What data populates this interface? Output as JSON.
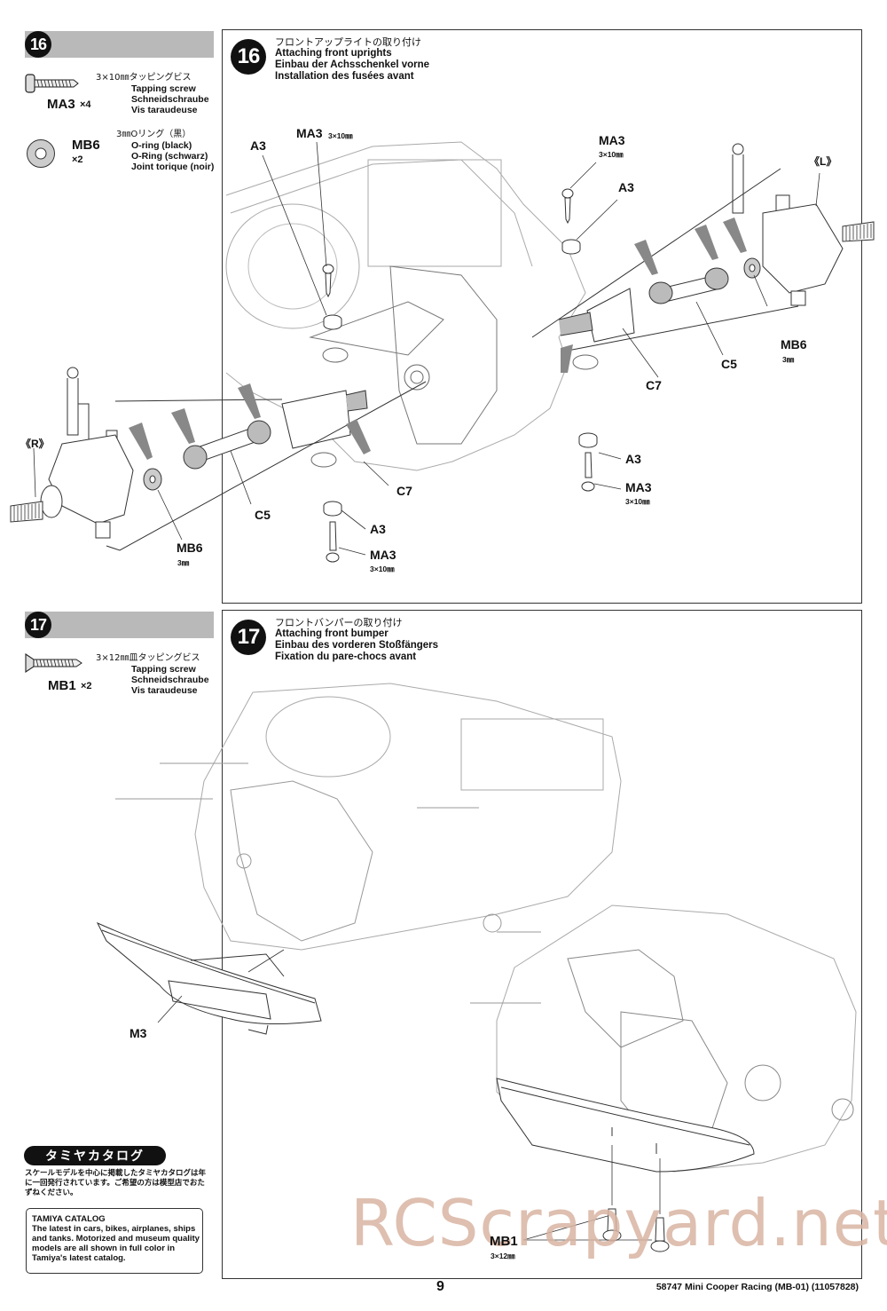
{
  "page": {
    "number": "9",
    "footer_title": "58747  Mini Cooper Racing (MB-01) (11057828)",
    "watermark": "RCScrapyard.net",
    "watermark_color": "#d9b5a3"
  },
  "step16": {
    "number": "16",
    "parts": [
      {
        "code": "MA3",
        "qty": "×4",
        "jp": "3×10㎜タッピングビス",
        "en": "Tapping screw",
        "de": "Schneidschraube",
        "fr": "Vis taraudeuse",
        "icon": "tapping-screw-icon"
      },
      {
        "code": "MB6",
        "qty": "×2",
        "jp": "3㎜Oリング（黒）",
        "en": "O-ring (black)",
        "de": "O-Ring (schwarz)",
        "fr": "Joint torique (noir)",
        "icon": "o-ring-icon"
      }
    ],
    "title_jp": "フロントアップライトの取り付け",
    "title_en": "Attaching front uprights",
    "title_de": "Einbau der Achsschenkel vorne",
    "title_fr": "Installation des fusées avant",
    "labels": {
      "a3_top_left": "A3",
      "ma3_top": "MA3",
      "ma3_top_size": "3×10㎜",
      "ma3_right": "MA3",
      "ma3_right_size": "3×10㎜",
      "a3_right": "A3",
      "left_side": "《L》",
      "right_side": "《R》",
      "mb6_right": "MB6",
      "mb6_right_size": "3㎜",
      "c5_right": "C5",
      "c7_right": "C7",
      "a3_right_low": "A3",
      "ma3_right_low": "MA3",
      "ma3_right_low_size": "3×10㎜",
      "c5_left": "C5",
      "c7_left": "C7",
      "mb6_left": "MB6",
      "mb6_left_size": "3㎜",
      "a3_left_low": "A3",
      "ma3_left_low": "MA3",
      "ma3_left_low_size": "3×10㎜"
    }
  },
  "step17": {
    "number": "17",
    "parts": [
      {
        "code": "MB1",
        "qty": "×2",
        "jp": "3×12㎜皿タッピングビス",
        "en": "Tapping screw",
        "de": "Schneidschraube",
        "fr": "Vis taraudeuse",
        "icon": "countersunk-screw-icon"
      }
    ],
    "title_jp": "フロントバンパーの取り付け",
    "title_en": "Attaching front bumper",
    "title_de": "Einbau des vorderen Stoßfängers",
    "title_fr": "Fixation du pare-chocs avant",
    "labels": {
      "m3": "M3",
      "mb1": "MB1",
      "mb1_size": "3×12㎜"
    }
  },
  "catalog": {
    "badge": "タミヤカタログ",
    "jp_text": "スケールモデルを中心に掲載したタミヤカタログは年に一回発行されています。ご希望の方は模型店でおたずねください。",
    "en_title": "TAMIYA CATALOG",
    "en_text": "The latest in cars, bikes, airplanes, ships and tanks. Motorized and museum quality models are all shown in full color in Tamiya's latest catalog."
  }
}
